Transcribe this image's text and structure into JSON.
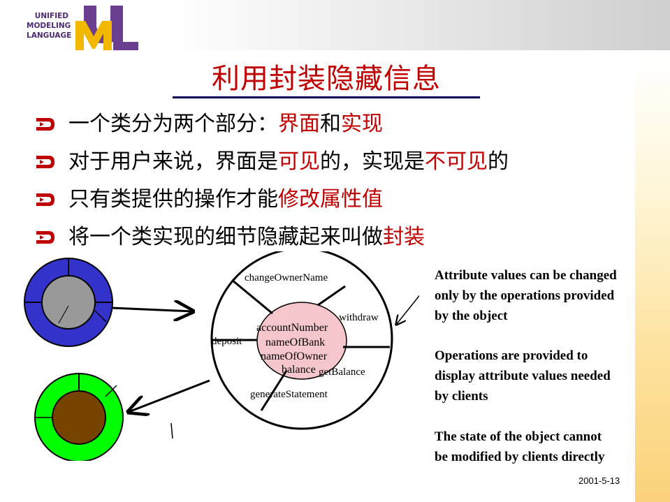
{
  "logo": {
    "lines": [
      "UNIFIED",
      "MODELING",
      "LANGUAGE"
    ],
    "letters": "UML"
  },
  "title": "利用封装隐藏信息",
  "bullets": [
    {
      "segments": [
        {
          "text": "一个类分为两个部分：",
          "hl": false
        },
        {
          "text": "界面",
          "hl": true
        },
        {
          "text": "和",
          "hl": false
        },
        {
          "text": "实现",
          "hl": true
        }
      ]
    },
    {
      "segments": [
        {
          "text": "对于用户来说，界面是",
          "hl": false
        },
        {
          "text": "可见",
          "hl": true
        },
        {
          "text": "的，实现是",
          "hl": false
        },
        {
          "text": "不可见",
          "hl": true
        },
        {
          "text": "的",
          "hl": false
        }
      ]
    },
    {
      "segments": [
        {
          "text": "只有类提供的操作才能",
          "hl": false
        },
        {
          "text": "修改属性值",
          "hl": true
        }
      ]
    },
    {
      "segments": [
        {
          "text": "将一个类实现的细节隐藏起来叫做",
          "hl": false
        },
        {
          "text": "封装",
          "hl": true
        }
      ]
    }
  ],
  "diagram": {
    "operations": [
      "changeOwnerName",
      "withdraw",
      "deposit",
      "getBalance",
      "generateStatement"
    ],
    "attributes": [
      "accountNumber",
      "nameOfBank",
      "nameOfOwner",
      "balance"
    ]
  },
  "notes": [
    [
      "Attribute values can be changed",
      "only by the operations provided",
      "by the object"
    ],
    [
      "Operations are provided to",
      "display attribute values needed",
      "by clients"
    ],
    [
      "The state of the object cannot",
      "be modified by clients directly"
    ]
  ],
  "footer": {
    "date": "2001-5-13"
  },
  "colors": {
    "title": "#c00000",
    "highlight": "#c00000",
    "bullet": "#c00000",
    "logo": "#4d2a73",
    "logo_yellow": "#f2b800",
    "circle_blue": "#3333cc",
    "circle_grey": "#999999",
    "circle_green": "#00ff00",
    "circle_brown": "#774400",
    "core_pink": "#f5c6cc"
  }
}
